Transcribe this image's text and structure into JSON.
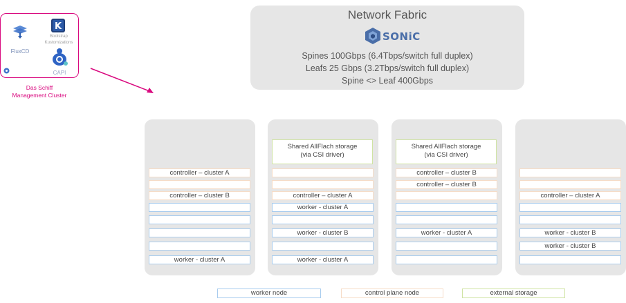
{
  "management": {
    "fluxcd_label": "FluxCD",
    "bootstrap_label": "Bootstrap",
    "kustomizations_label": "Kustomizations",
    "capi_label": "CAPI",
    "caption_line1": "Das Schiff",
    "caption_line2": "Management Cluster"
  },
  "fabric": {
    "title": "Network Fabric",
    "logo_text": "SONiC",
    "line1": "Spines 100Gbps (6.4Tbps/switch full duplex)",
    "line2": "Leafs 25 Gbps (3.2Tbps/switch full duplex)",
    "line3": "Spine <> Leaf 400Gbps"
  },
  "servers": [
    {
      "storage": null,
      "slots": [
        {
          "type": "ctrl",
          "label": "controller – cluster A"
        },
        {
          "type": "ctrl",
          "label": ""
        },
        {
          "type": "ctrl",
          "label": "controller – cluster B"
        },
        {
          "type": "work",
          "label": ""
        },
        {
          "type": "work",
          "label": ""
        },
        {
          "type": "work",
          "label": ""
        },
        {
          "type": "work",
          "label": ""
        },
        {
          "type": "work",
          "label": "worker - cluster A"
        }
      ]
    },
    {
      "storage": {
        "line1": "Shared AllFlach storage",
        "line2": "(via CSI driver)"
      },
      "slots": [
        {
          "type": "ctrl",
          "label": ""
        },
        {
          "type": "ctrl",
          "label": ""
        },
        {
          "type": "ctrl",
          "label": "controller – cluster A"
        },
        {
          "type": "work",
          "label": "worker - cluster A"
        },
        {
          "type": "work",
          "label": ""
        },
        {
          "type": "work",
          "label": "worker - cluster B"
        },
        {
          "type": "work",
          "label": ""
        },
        {
          "type": "work",
          "label": "worker - cluster A"
        }
      ]
    },
    {
      "storage": {
        "line1": "Shared AllFlach storage",
        "line2": "(via CSI driver)"
      },
      "slots": [
        {
          "type": "ctrl",
          "label": "controller – cluster B"
        },
        {
          "type": "ctrl",
          "label": "controller – cluster B"
        },
        {
          "type": "ctrl",
          "label": ""
        },
        {
          "type": "work",
          "label": ""
        },
        {
          "type": "work",
          "label": ""
        },
        {
          "type": "work",
          "label": "worker - cluster A"
        },
        {
          "type": "work",
          "label": ""
        },
        {
          "type": "work",
          "label": ""
        }
      ]
    },
    {
      "storage": null,
      "slots": [
        {
          "type": "ctrl",
          "label": ""
        },
        {
          "type": "ctrl",
          "label": ""
        },
        {
          "type": "ctrl",
          "label": "controller – cluster A"
        },
        {
          "type": "work",
          "label": ""
        },
        {
          "type": "work",
          "label": ""
        },
        {
          "type": "work",
          "label": "worker - cluster B"
        },
        {
          "type": "work",
          "label": "worker - cluster B"
        },
        {
          "type": "work",
          "label": ""
        }
      ]
    }
  ],
  "legend": {
    "worker": "worker node",
    "control": "control plane node",
    "storage": "external storage"
  },
  "colors": {
    "accent": "#d9097f",
    "worker_border": "#a8ccee",
    "control_border": "#f6dcc7",
    "storage_border": "#cfe3a3",
    "panel": "#e6e6e6"
  }
}
